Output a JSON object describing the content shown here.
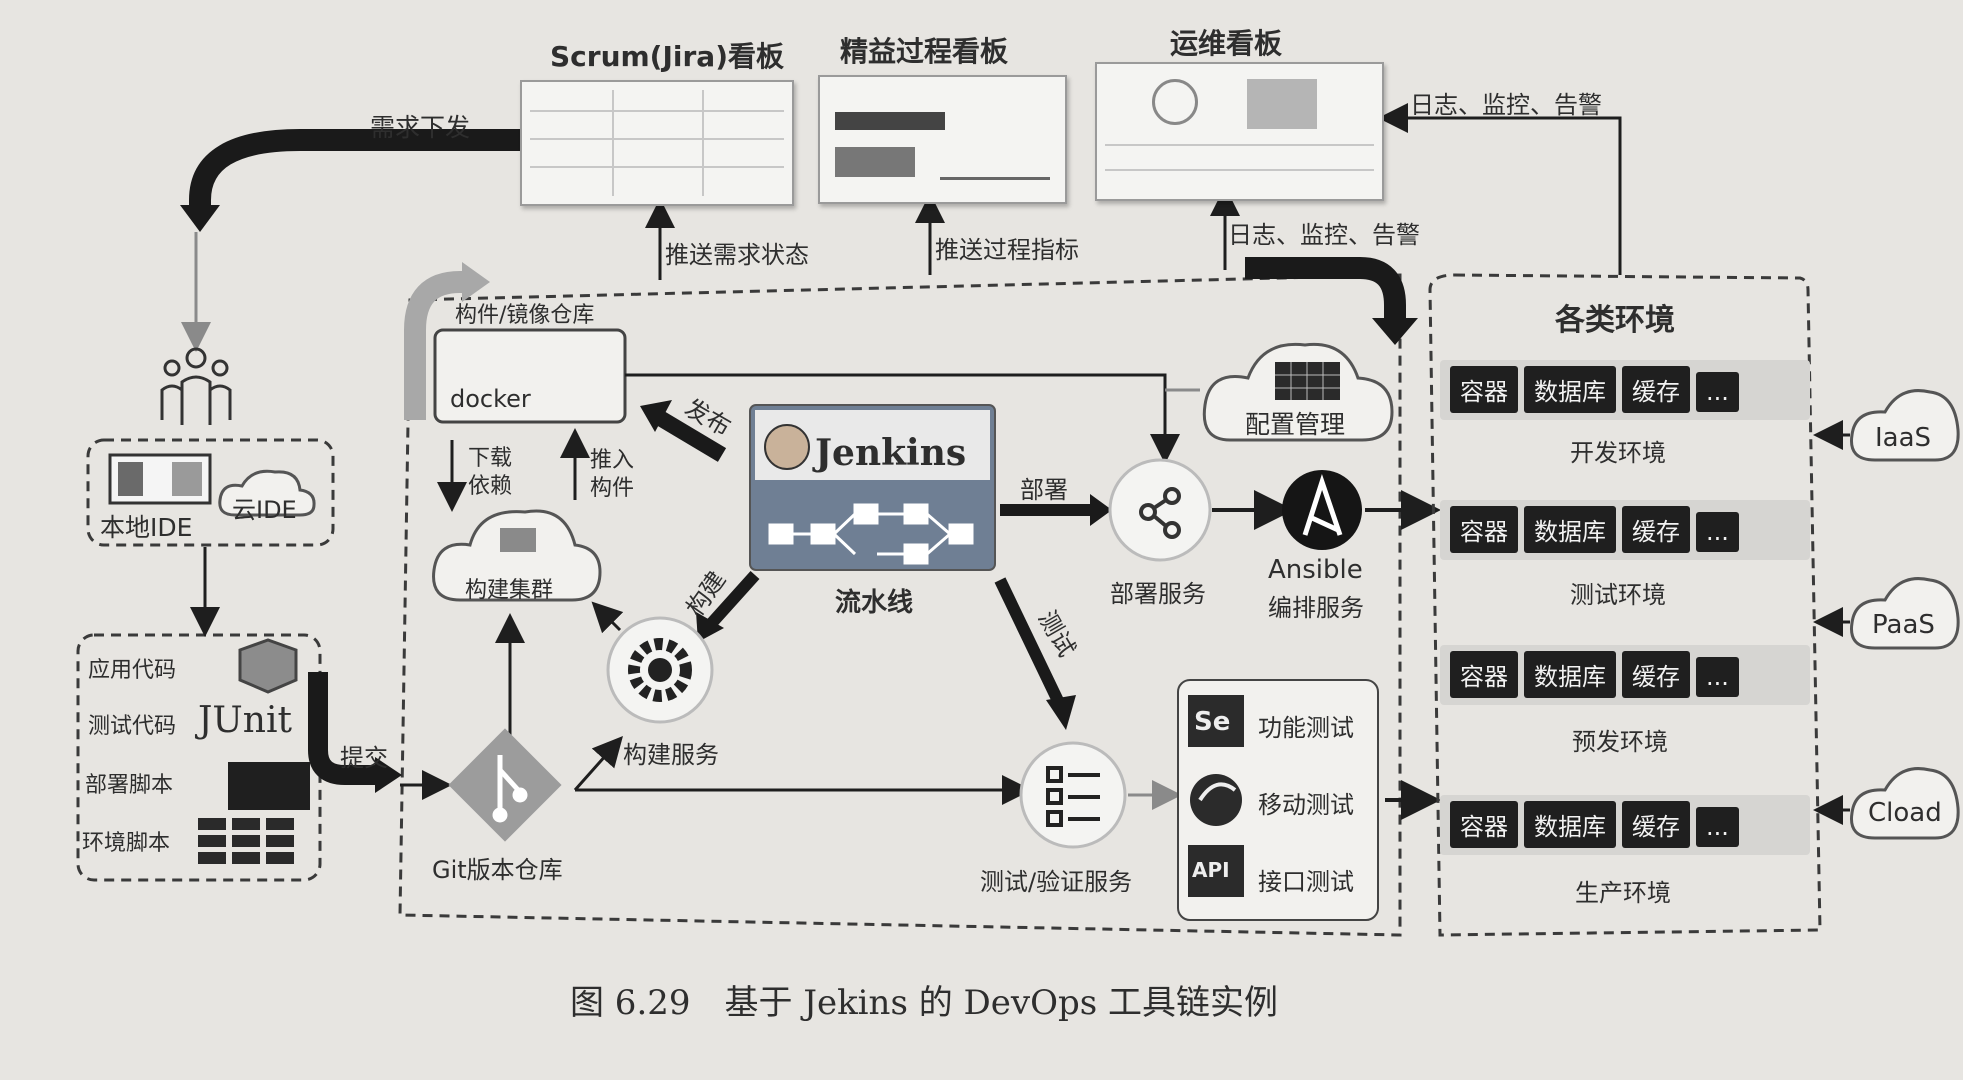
{
  "boards": {
    "scrum": "Scrum(Jira)看板",
    "lean": "精益过程看板",
    "ops": "运维看板"
  },
  "flows": {
    "demand_dispatch": "需求下发",
    "push_demand_status": "推送需求状态",
    "push_process_metrics": "推送过程指标",
    "logs_top": "日志、监控、告警",
    "logs_mid": "日志、监控、告警",
    "publish": "发布",
    "deploy": "部署",
    "build": "构建",
    "test": "测试",
    "download_line1": "下载",
    "download_line2": "依赖",
    "push_line1": "推入",
    "push_line2": "构件",
    "commit": "提交"
  },
  "left": {
    "local_ide": "本地IDE",
    "cloud_ide": "云IDE",
    "app_code": "应用代码",
    "test_code": "测试代码",
    "deploy_script": "部署脚本",
    "env_script": "环境脚本",
    "junit": "JUnit"
  },
  "center": {
    "artifact_repo": "构件/镜像仓库",
    "docker": "docker",
    "build_cluster": "构建集群",
    "build_service": "构建服务",
    "git_repo": "Git版本仓库",
    "jenkins": "Jenkins",
    "pipeline": "流水线",
    "deploy_service": "部署服务",
    "ansible_line1": "Ansible",
    "ansible_line2": "编排服务",
    "config_mgmt": "配置管理",
    "test_service": "测试/验证服务",
    "functional_test": "功能测试",
    "mobile_test": "移动测试",
    "api_test": "接口测试",
    "se": "Se",
    "api": "API"
  },
  "environments": {
    "title": "各类环境",
    "chips": [
      "容器",
      "数据库",
      "缓存",
      "..."
    ],
    "items": [
      {
        "name": "开发环境"
      },
      {
        "name": "测试环境"
      },
      {
        "name": "预发环境"
      },
      {
        "name": "生产环境"
      }
    ],
    "clouds": [
      "IaaS",
      "PaaS",
      "Cload"
    ]
  },
  "caption": "图 6.29　基于 Jekins 的 DevOps 工具链实例",
  "colors": {
    "background": "#e7e5e1",
    "arrow": "#1e1e1e",
    "pipeline_box": "#6f7f94",
    "env_chip": "#1f1f1f"
  }
}
